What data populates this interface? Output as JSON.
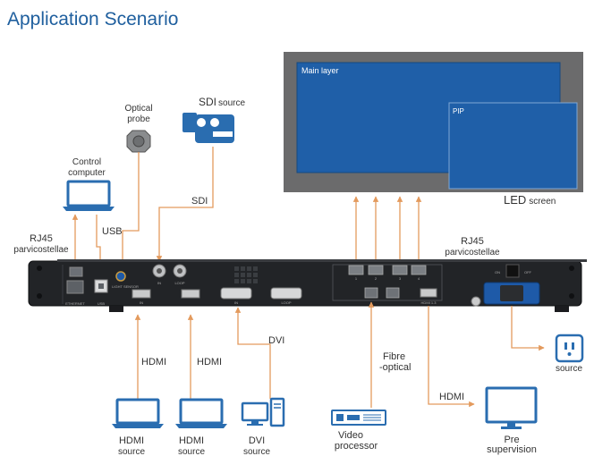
{
  "title": "Application Scenario",
  "screen": {
    "main_layer": "Main layer",
    "pip": "PIP",
    "caption_big": "LED",
    "caption_small": "screen"
  },
  "inputs": {
    "optical_probe": [
      "Optical",
      "probe"
    ],
    "sdi_source_big": "SDI",
    "sdi_source_small": "source",
    "sdi_link": "SDI",
    "control_computer": [
      "Control",
      "computer"
    ],
    "usb_link": "USB",
    "rj45_left": [
      "RJ45",
      "parvicostellae"
    ],
    "rj45_right": [
      "RJ45",
      "parvicostellae"
    ],
    "hdmi_link_1": "HDMI",
    "hdmi_link_2": "HDMI",
    "dvi_link": "DVI",
    "hdmi_source_1": [
      "HDMI",
      "source"
    ],
    "hdmi_source_2": [
      "HDMI",
      "source"
    ],
    "dvi_source": [
      "DVI",
      "source"
    ],
    "fibre_optical": [
      "Fibre",
      "-optical"
    ],
    "video_processor": [
      "Video",
      "processor"
    ],
    "hdmi_out_link": "HDMI",
    "pre_supervision": [
      "Pre",
      "supervision"
    ],
    "power_source": "source"
  },
  "device_labels": {
    "ethernet": "ETHERNET",
    "usb": "USB",
    "light_sensor": "LIGHT SENSOR",
    "sdi_in": "IN",
    "sdi_loop": "LOOP",
    "hdmi_in": "IN",
    "dvi_in": "IN",
    "dvi_loop": "LOOP",
    "hdmi_out": "HDMI 1.3",
    "output_1": "1",
    "output_2": "2",
    "output_3": "3",
    "output_4": "4",
    "switch_on": "ON",
    "switch_off": "OFF"
  },
  "colors": {
    "title": "#1f5f9e",
    "arrow": "#e39a5d",
    "led_blue": "#1f5fa8",
    "icon_blue": "#2a6db0",
    "device_dark": "#222427"
  }
}
